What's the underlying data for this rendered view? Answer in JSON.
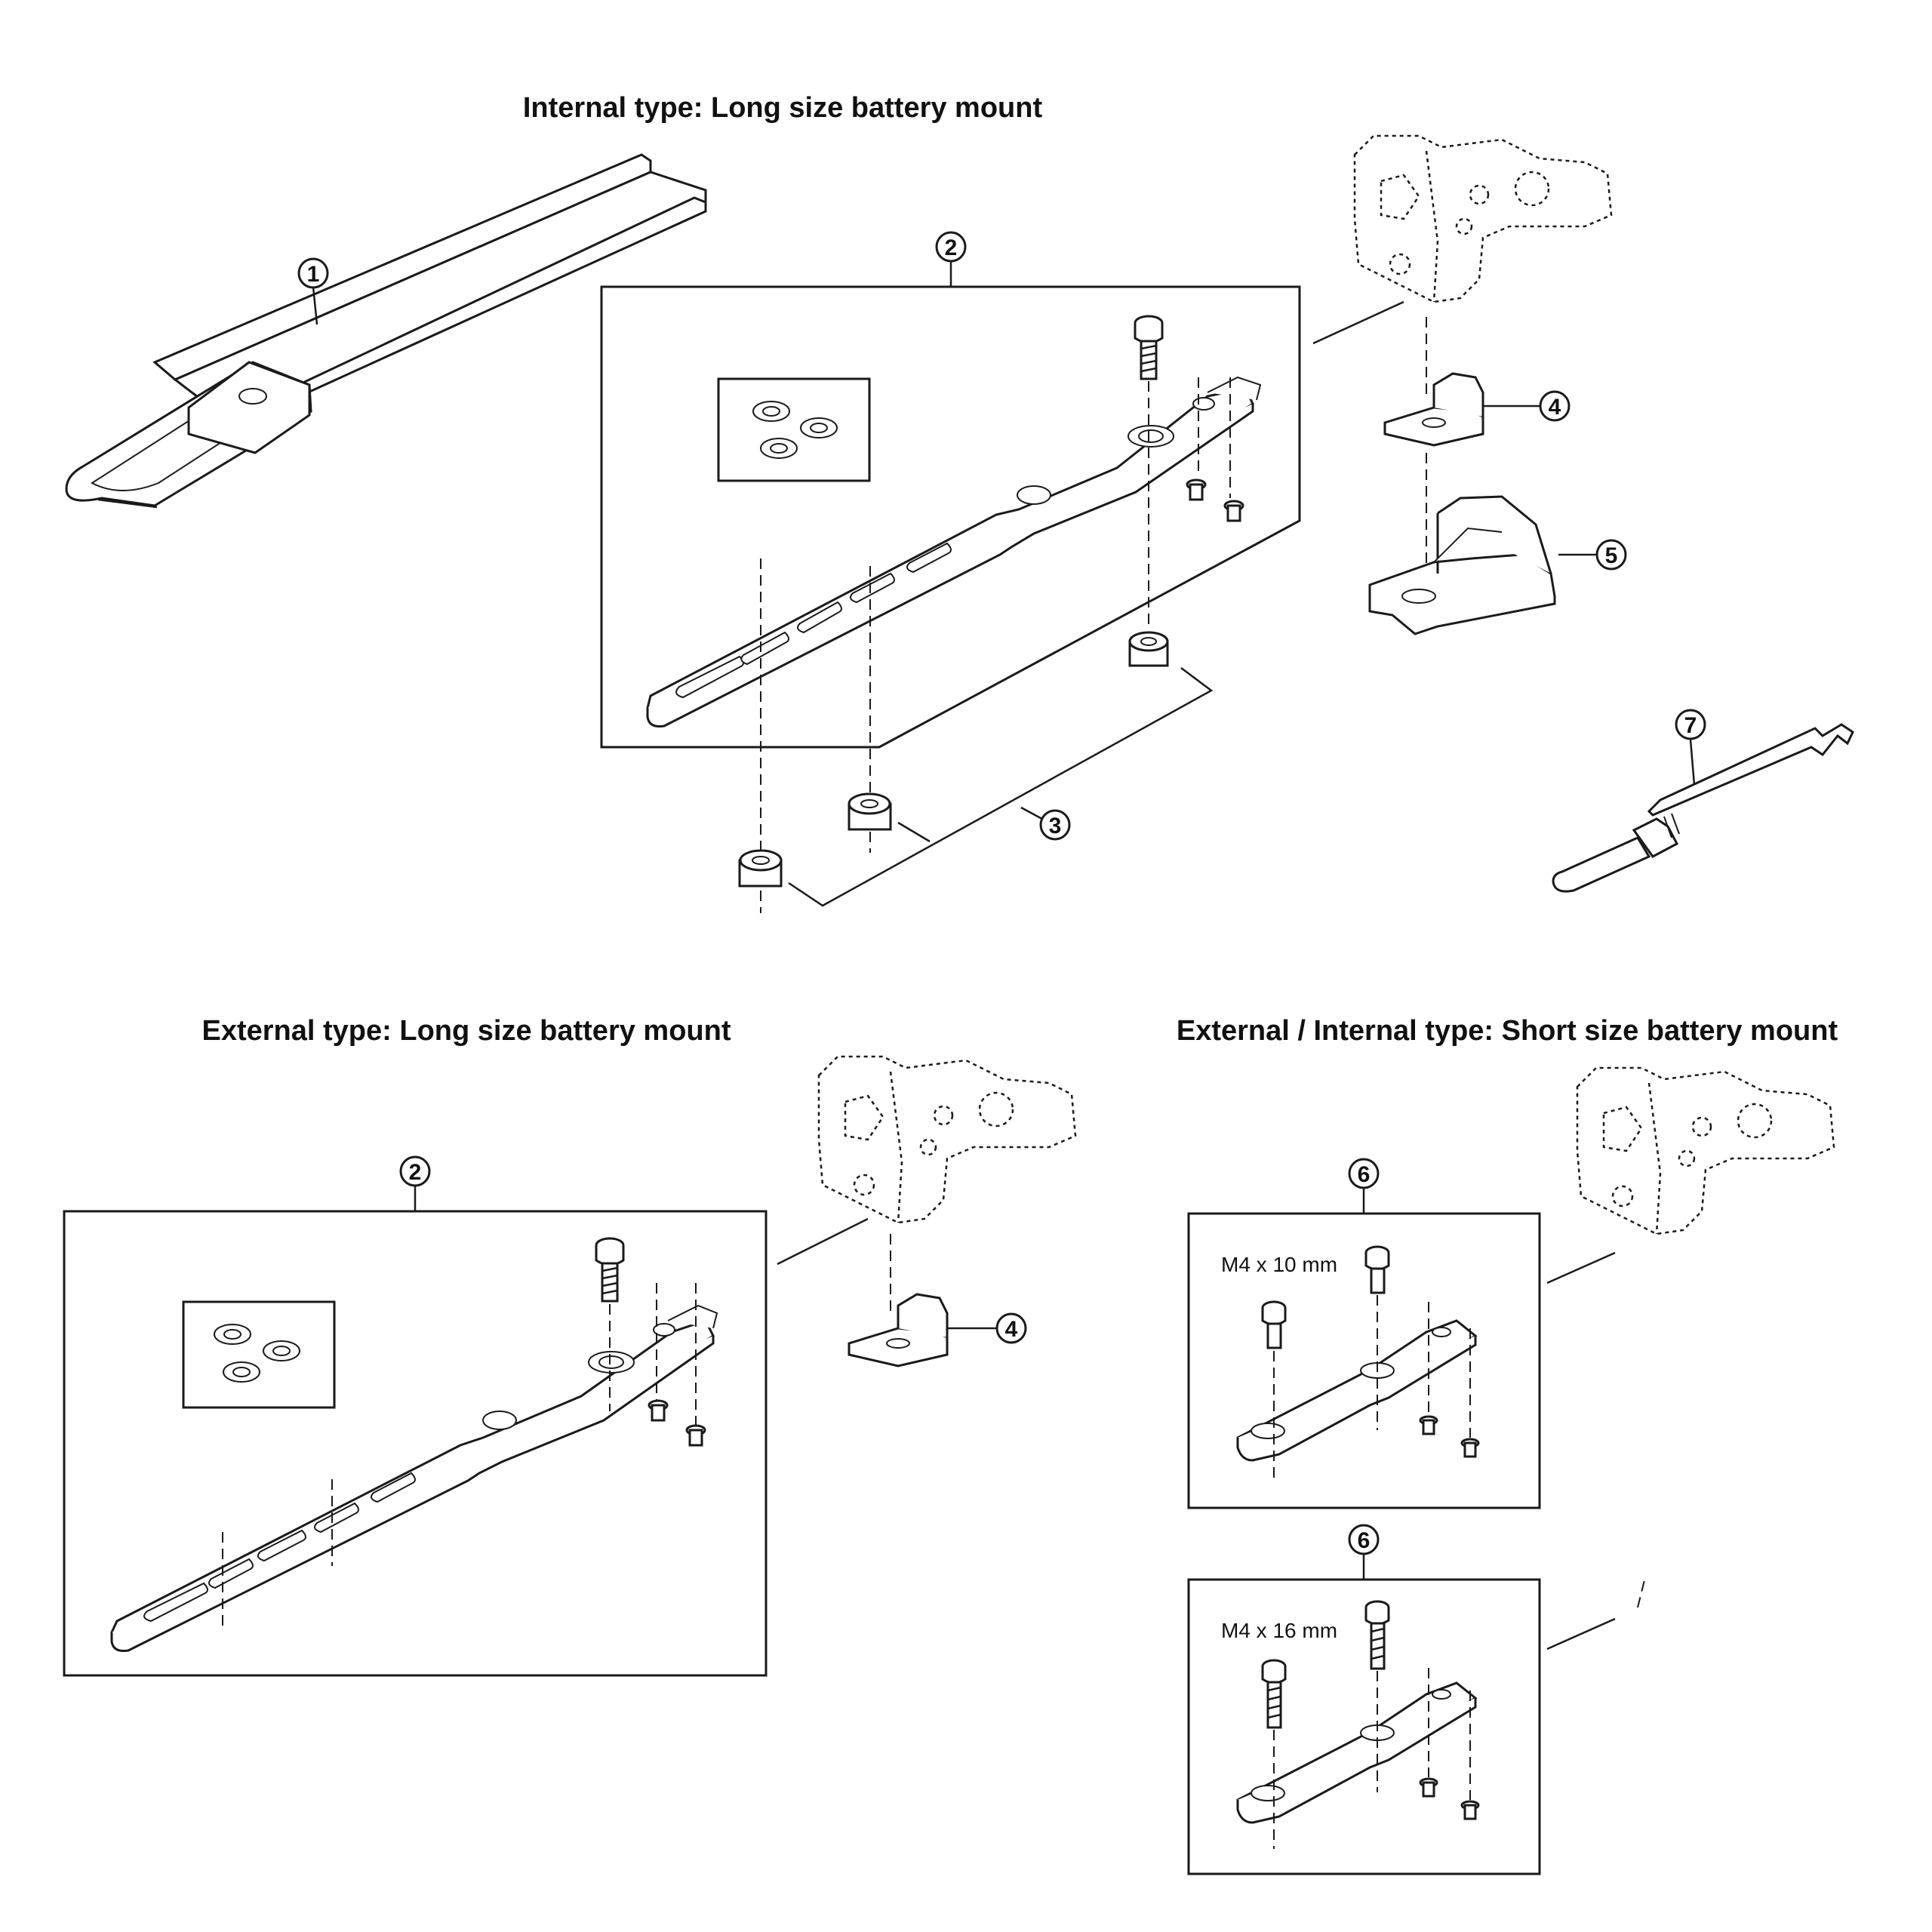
{
  "titles": {
    "internal_long": "Internal type: Long size battery mount",
    "external_long": "External type: Long size battery mount",
    "short": "External / Internal type: Short size battery mount"
  },
  "callouts": {
    "c1": "1",
    "c2": "2",
    "c3": "3",
    "c4": "4",
    "c5": "5",
    "c6": "6",
    "c7": "7"
  },
  "labels": {
    "bolt_short": "M4 x 10 mm",
    "bolt_long": "M4 x 16 mm"
  }
}
